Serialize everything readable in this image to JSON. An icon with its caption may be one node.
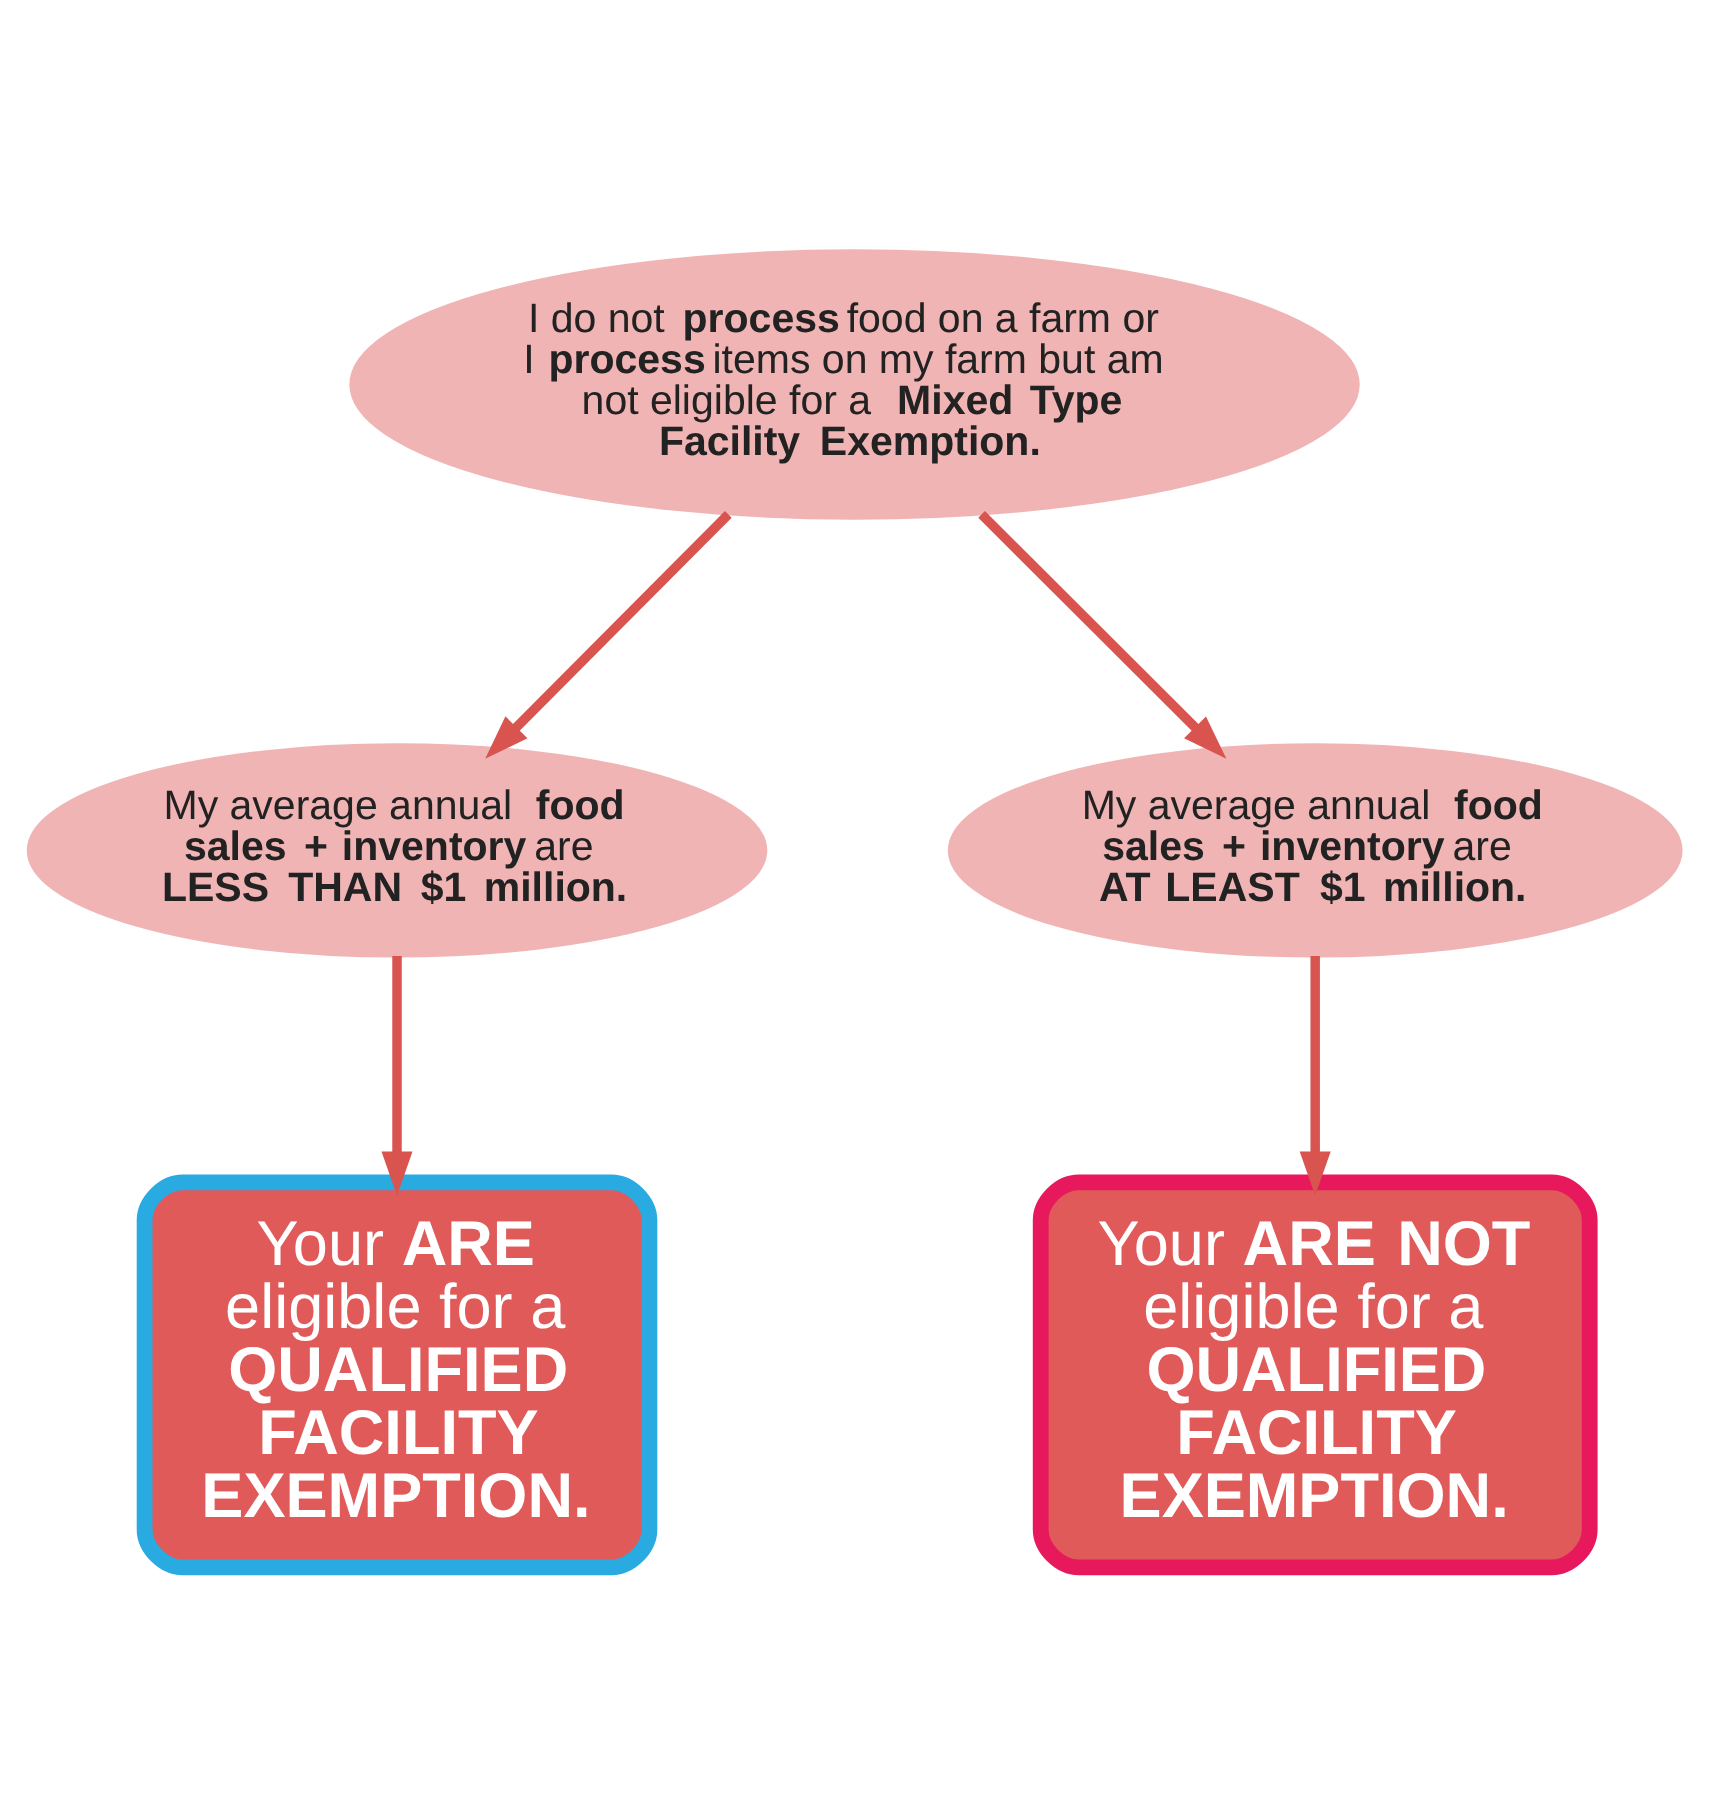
{
  "diagram": {
    "nodes": [
      {
        "text": [
          "I do not **process** food on a farm or I **process** items on my farm but am not eligible for a **Mixed Type Facility Exemption.**"
        ]
      },
      {
        "text": [
          "My average annual **food sales + inventory** are **LESS THAN $1 million.**"
        ]
      },
      {
        "text": [
          "My average annual **food sales + inventory** are **AT LEAST $1 million.**"
        ]
      },
      {
        "text": [
          "Your **ARE** eligible for a **QUALIFIED FACILITY EXEMPTION.**"
        ]
      },
      {
        "text": [
          "Your **ARE NOT** eligible for a **QUALIFIED FACILITY EXEMPTION.**"
        ]
      }
    ],
    "edges": [
      {
        "from": 0,
        "to": 1,
        "arrow": "to"
      },
      {
        "from": 0,
        "to": 2,
        "arrow": "to"
      },
      {
        "from": 1,
        "to": 3,
        "arrow": "to"
      },
      {
        "from": 2,
        "to": 4,
        "arrow": "to"
      }
    ]
  }
}
